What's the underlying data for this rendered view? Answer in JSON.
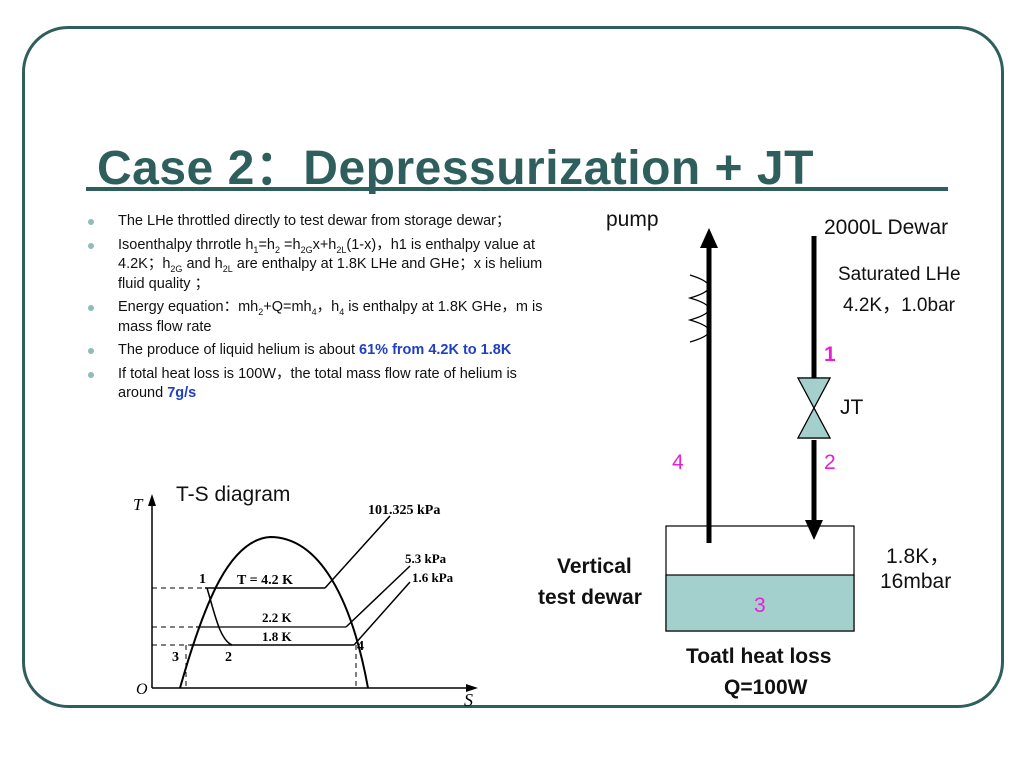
{
  "slide": {
    "title": "Case 2：Depressurization + JT",
    "bullets": [
      {
        "parts": [
          {
            "text": "The LHe throttled directly to test dewar from storage dewar；"
          }
        ]
      },
      {
        "parts": [
          {
            "text": "Isoenthalpy  thrrotle  h"
          },
          {
            "text": "1",
            "sub": true
          },
          {
            "text": "=h"
          },
          {
            "text": "2",
            "sub": true
          },
          {
            "text": " =h"
          },
          {
            "text": "2G",
            "sub": true
          },
          {
            "text": "x+h"
          },
          {
            "text": "2L",
            "sub": true
          },
          {
            "text": "(1-x)，h1 is enthalpy value at 4.2K；h"
          },
          {
            "text": "2G",
            "sub": true
          },
          {
            "text": " and h"
          },
          {
            "text": "2L",
            "sub": true
          },
          {
            "text": " are enthalpy at 1.8K LHe and GHe；x is helium fluid quality ；"
          }
        ]
      },
      {
        "parts": [
          {
            "text": "Energy equation：mh"
          },
          {
            "text": "2",
            "sub": true
          },
          {
            "text": "+Q=mh"
          },
          {
            "text": "4",
            "sub": true
          },
          {
            "text": "，h"
          },
          {
            "text": "4",
            "sub": true
          },
          {
            "text": " is enthalpy  at 1.8K GHe，m is mass flow rate"
          }
        ]
      },
      {
        "parts": [
          {
            "text": "The produce of liquid helium is about "
          },
          {
            "text": "61% from 4.2K to 1.8K",
            "hl": true
          }
        ]
      },
      {
        "parts": [
          {
            "text": "If total heat loss is 100W，the total mass flow rate of helium is around "
          },
          {
            "text": "7g/s",
            "hl": true
          }
        ]
      }
    ]
  },
  "ts_diagram": {
    "title": "T-S diagram",
    "axis_t": "T",
    "axis_s": "S",
    "origin": "O",
    "isobars": [
      "101.325 kPa",
      "5.3 kPa",
      "1.6 kPa"
    ],
    "temps": [
      "T = 4.2 K",
      "2.2 K",
      "1.8 K"
    ],
    "points": [
      "1",
      "2",
      "3",
      "4"
    ]
  },
  "schematic": {
    "pump": "pump",
    "dewar_2000l": "2000L  Dewar",
    "saturated_line1": "Saturated LHe",
    "saturated_line2": "4.2K，1.0bar",
    "jt": "JT",
    "n1": "1",
    "n2": "2",
    "n3": "3",
    "n4": "4",
    "cond_line1": "1.8K，",
    "cond_line2": "16mbar",
    "vtd_line1": "Vertical",
    "vtd_line2": "test dewar",
    "heat_line1": "Toatl heat loss",
    "heat_line2": "Q=100W",
    "colors": {
      "liquid": "#a3d0cd",
      "accent_node": "#e81ed8",
      "valve": "#a3d0cd"
    }
  }
}
